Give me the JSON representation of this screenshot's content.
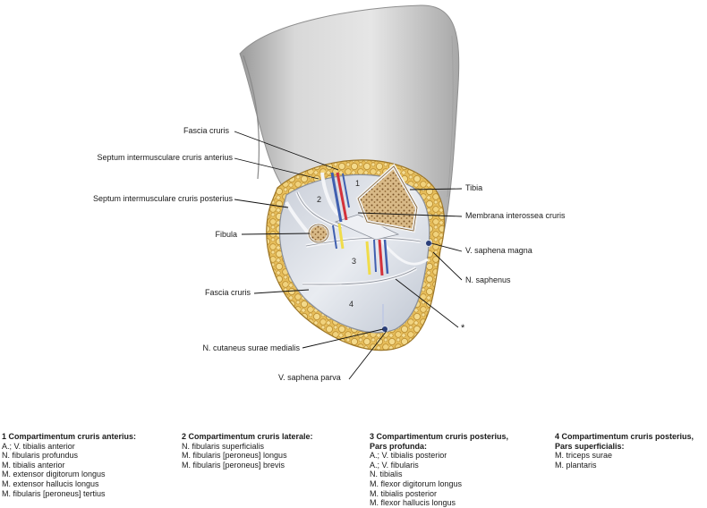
{
  "labels": {
    "fascia_cruris_top": "Fascia cruris",
    "septum_anterius": "Septum intermusculare cruris anterius",
    "septum_posterius": "Septum intermusculare cruris posterius",
    "fibula": "Fibula",
    "fascia_cruris_left": "Fascia cruris",
    "n_cutaneus": "N. cutaneus surae medialis",
    "v_saphena_parva": "V. saphena parva",
    "tibia": "Tibia",
    "membrana": "Membrana interossea cruris",
    "v_saphena_magna": "V. saphena magna",
    "n_saphenus": "N. saphenus",
    "asterisk": "*"
  },
  "compartment_numbers": [
    "1",
    "2",
    "3",
    "4"
  ],
  "legend": [
    {
      "title_lines": [
        "1 Compartimentum cruris anterius:"
      ],
      "items": [
        "A.; V. tibialis anterior",
        "N. fibularis profundus",
        "M. tibialis anterior",
        "M. extensor digitorum longus",
        "M. extensor hallucis longus",
        "M. fibularis [peroneus] tertius"
      ]
    },
    {
      "title_lines": [
        "2 Compartimentum cruris laterale:"
      ],
      "items": [
        "N. fibularis superficialis",
        "M. fibularis [peroneus] longus",
        "M. fibularis [peroneus] brevis"
      ]
    },
    {
      "title_lines": [
        "3 Compartimentum cruris posterius,",
        "Pars profunda:"
      ],
      "items": [
        "A.; V. tibialis posterior",
        "A.; V. fibularis",
        "N. tibialis",
        "M. flexor digitorum longus",
        "M. tibialis posterior",
        "M. flexor hallucis longus"
      ]
    },
    {
      "title_lines": [
        "4 Compartimentum cruris posterius,",
        "Pars superficialis:"
      ],
      "items": [
        "M. triceps surae",
        "M. plantaris"
      ]
    }
  ],
  "colors": {
    "skin": "#cfcfcf",
    "fat": "#e8c060",
    "bone": "#c9a56a",
    "fascia": "#dfe3ea",
    "artery": "#d4323a",
    "vein": "#3f5fb0",
    "nerve": "#f0dc4a"
  }
}
